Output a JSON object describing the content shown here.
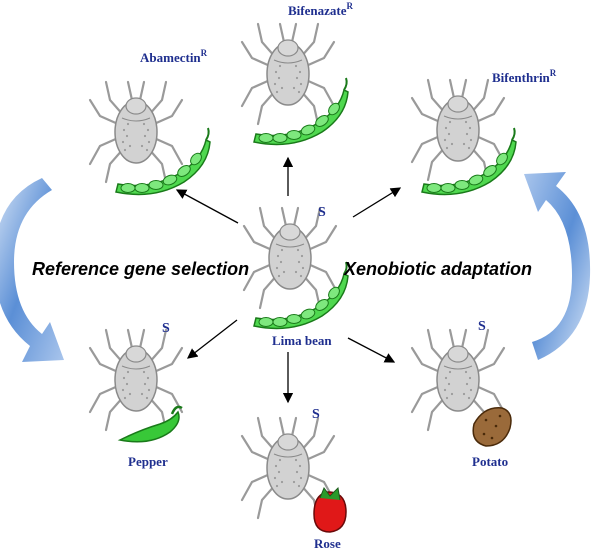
{
  "labels": {
    "abamectin": "Abamectin",
    "bifenazate": "Bifenazate",
    "bifenthrin": "Bifenthrin",
    "resistant_mark": "R",
    "susceptible_mark": "S",
    "lima_bean": "Lima bean",
    "pepper": "Pepper",
    "rose": "Rose",
    "potato": "Potato",
    "reference_gene_selection": "Reference gene selection",
    "xenobiotic_adaptation": "Xenobiotic adaptation"
  },
  "colors": {
    "label_blue": "#1f2f8f",
    "bean_green": "#4fd84f",
    "arrow_blue": "#5b8fd6",
    "mite_gray": "#c8c8c8",
    "pepper_green": "#38c838",
    "rose_red": "#e01818",
    "potato_brown": "#9a6a3a"
  },
  "icons": [
    "spider-mite-icon",
    "lima-bean-pod-icon",
    "pepper-icon",
    "rose-icon",
    "potato-icon",
    "curved-arrow-icon"
  ]
}
